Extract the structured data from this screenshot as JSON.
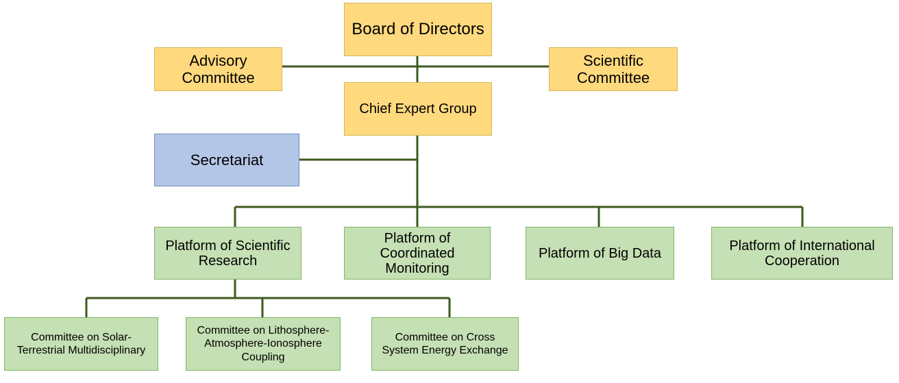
{
  "colors": {
    "connector": "#3d5a1e",
    "yellow_fill": "#ffd97e",
    "blue_fill": "#b4c6e7",
    "green_fill": "#c5e0b4"
  },
  "nodes": {
    "board": "Board of Directors",
    "advisory": "Advisory Committee",
    "scientific": "Scientific Committee",
    "chief": "Chief Expert Group",
    "secretariat": "Secretariat",
    "platform_scientific_research": "Platform of Scientific Research",
    "platform_coordinated_monitoring": "Platform of Coordinated Monitoring",
    "platform_big_data": "Platform of Big Data",
    "platform_international_cooperation": "Platform of International Cooperation",
    "committee_solar": "Committee on Solar-Terrestrial Multidisciplinary",
    "committee_litho": "Committee on Lithosphere-Atmosphere-Ionosphere Coupling",
    "committee_cross": "Committee on Cross System Energy Exchange"
  },
  "edges": [
    [
      "board",
      "chief"
    ],
    [
      "advisory",
      "scientific"
    ],
    [
      "chief",
      "secretariat"
    ],
    [
      "chief",
      "platform_scientific_research"
    ],
    [
      "chief",
      "platform_coordinated_monitoring"
    ],
    [
      "chief",
      "platform_big_data"
    ],
    [
      "chief",
      "platform_international_cooperation"
    ],
    [
      "platform_scientific_research",
      "committee_solar"
    ],
    [
      "platform_scientific_research",
      "committee_litho"
    ],
    [
      "platform_scientific_research",
      "committee_cross"
    ]
  ]
}
